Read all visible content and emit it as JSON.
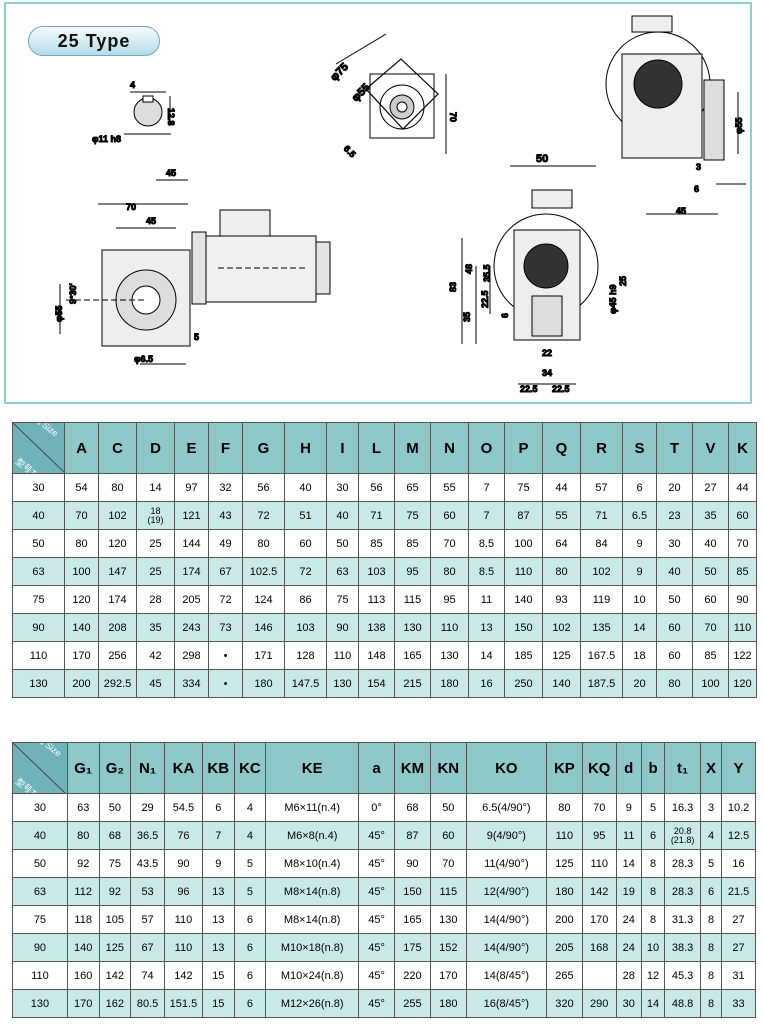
{
  "drawing": {
    "type_label": "25 Type",
    "dims": {
      "d4": "4",
      "d12_8": "12.8",
      "d11h8": "φ11 h8",
      "d75": "φ75",
      "d55a": "φ55",
      "d70": "70",
      "d6_5": "6.5",
      "d45a": "45",
      "d70b": "70",
      "d45b": "45",
      "d9_30": "9°30'",
      "d55b": "φ55",
      "d5": "5",
      "d6_5b": "φ6.5",
      "d50": "50",
      "d83": "83",
      "d48": "48",
      "d35_5": "35.5",
      "d35": "35",
      "d22_5": "22.5",
      "d6": "6",
      "d45h9": "φ45 h9",
      "d25": "25",
      "d22": "22",
      "d34": "34",
      "d22_5a": "22.5",
      "d22_5b": "22.5",
      "d55c": "φ55",
      "d3": "3",
      "d6b": "6",
      "d45c": "45"
    }
  },
  "table1": {
    "corner_top": "尺寸Size",
    "corner_bottom": "型号Type",
    "headers": [
      "A",
      "C",
      "D",
      "E",
      "F",
      "G",
      "H",
      "I",
      "L",
      "M",
      "N",
      "O",
      "P",
      "Q",
      "R",
      "S",
      "T",
      "V",
      "K"
    ],
    "rows": [
      [
        "30",
        "54",
        "80",
        "14",
        "97",
        "32",
        "56",
        "40",
        "30",
        "56",
        "65",
        "55",
        "7",
        "75",
        "44",
        "57",
        "6",
        "20",
        "27",
        "44"
      ],
      [
        "40",
        "70",
        "102",
        "18|(19)",
        "121",
        "43",
        "72",
        "51",
        "40",
        "71",
        "75",
        "60",
        "7",
        "87",
        "55",
        "71",
        "6.5",
        "23",
        "35",
        "60"
      ],
      [
        "50",
        "80",
        "120",
        "25",
        "144",
        "49",
        "80",
        "60",
        "50",
        "85",
        "85",
        "70",
        "8.5",
        "100",
        "64",
        "84",
        "9",
        "30",
        "40",
        "70"
      ],
      [
        "63",
        "100",
        "147",
        "25",
        "174",
        "67",
        "102.5",
        "72",
        "63",
        "103",
        "95",
        "80",
        "8.5",
        "110",
        "80",
        "102",
        "9",
        "40",
        "50",
        "85"
      ],
      [
        "75",
        "120",
        "174",
        "28",
        "205",
        "72",
        "124",
        "86",
        "75",
        "113",
        "115",
        "95",
        "11",
        "140",
        "93",
        "119",
        "10",
        "50",
        "60",
        "90"
      ],
      [
        "90",
        "140",
        "208",
        "35",
        "243",
        "73",
        "146",
        "103",
        "90",
        "138",
        "130",
        "110",
        "13",
        "150",
        "102",
        "135",
        "14",
        "60",
        "70",
        "110"
      ],
      [
        "110",
        "170",
        "256",
        "42",
        "298",
        "•",
        "171",
        "128",
        "110",
        "148",
        "165",
        "130",
        "14",
        "185",
        "125",
        "167.5",
        "18",
        "60",
        "85",
        "122"
      ],
      [
        "130",
        "200",
        "292.5",
        "45",
        "334",
        "•",
        "180",
        "147.5",
        "130",
        "154",
        "215",
        "180",
        "16",
        "250",
        "140",
        "187.5",
        "20",
        "80",
        "100",
        "120"
      ]
    ]
  },
  "table2": {
    "corner_top": "尺寸Size",
    "corner_bottom": "型号Type",
    "headers": [
      "G₁",
      "G₂",
      "N₁",
      "KA",
      "KB",
      "KC",
      "KE",
      "a",
      "KM",
      "KN",
      "KO",
      "KP",
      "KQ",
      "d",
      "b",
      "t₁",
      "X",
      "Y"
    ],
    "rows": [
      [
        "30",
        "63",
        "50",
        "29",
        "54.5",
        "6",
        "4",
        "M6×11(n.4)",
        "0°",
        "68",
        "50",
        "6.5(4/90°)",
        "80",
        "70",
        "9",
        "5",
        "16.3",
        "3",
        "10.2"
      ],
      [
        "40",
        "80",
        "68",
        "36.5",
        "76",
        "7",
        "4",
        "M6×8(n.4)",
        "45°",
        "87",
        "60",
        "9(4/90°)",
        "110",
        "95",
        "11",
        "6",
        "20.8|(21.8)",
        "4",
        "12.5"
      ],
      [
        "50",
        "92",
        "75",
        "43.5",
        "90",
        "9",
        "5",
        "M8×10(n.4)",
        "45°",
        "90",
        "70",
        "11(4/90°)",
        "125",
        "110",
        "14",
        "8",
        "28.3",
        "5",
        "16"
      ],
      [
        "63",
        "112",
        "92",
        "53",
        "96",
        "13",
        "5",
        "M8×14(n.8)",
        "45°",
        "150",
        "115",
        "12(4/90°)",
        "180",
        "142",
        "19",
        "8",
        "28.3",
        "6",
        "21.5"
      ],
      [
        "75",
        "118",
        "105",
        "57",
        "110",
        "13",
        "6",
        "M8×14(n.8)",
        "45°",
        "165",
        "130",
        "14(4/90°)",
        "200",
        "170",
        "24",
        "8",
        "31.3",
        "8",
        "27"
      ],
      [
        "90",
        "140",
        "125",
        "67",
        "110",
        "13",
        "6",
        "M10×18(n.8)",
        "45°",
        "175",
        "152",
        "14(4/90°)",
        "205",
        "168",
        "24",
        "10",
        "38.3",
        "8",
        "27"
      ],
      [
        "110",
        "160",
        "142",
        "74",
        "142",
        "15",
        "6",
        "M10×24(n.8)",
        "45°",
        "220",
        "170",
        "14(8/45°)",
        "265",
        "",
        "28",
        "12",
        "45.3",
        "8",
        "31"
      ],
      [
        "130",
        "170",
        "162",
        "80.5",
        "151.5",
        "15",
        "6",
        "M12×26(n.8)",
        "45°",
        "255",
        "180",
        "16(8/45°)",
        "320",
        "290",
        "30",
        "14",
        "48.8",
        "8",
        "33"
      ]
    ]
  }
}
